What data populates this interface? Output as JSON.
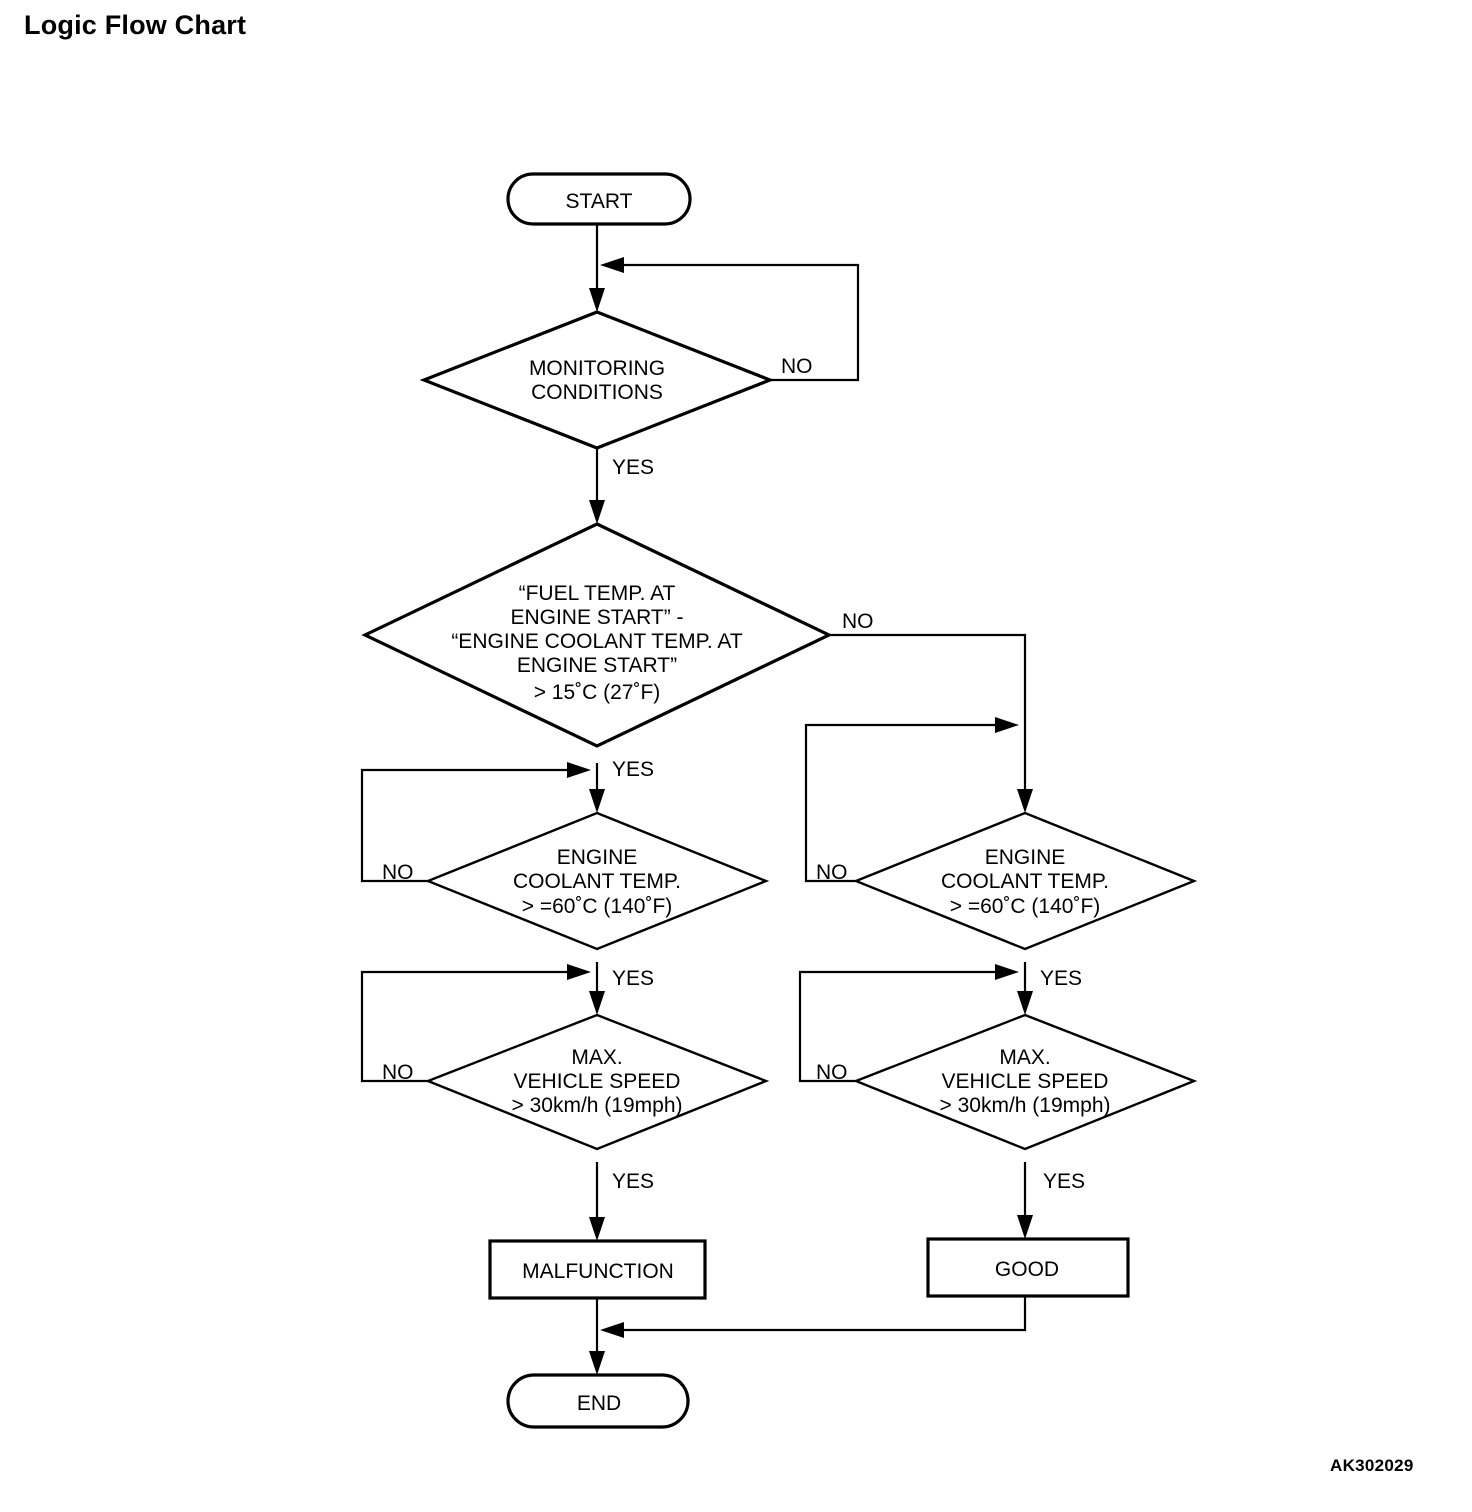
{
  "page": {
    "title": "Logic Flow Chart",
    "reference_code": "AK302029"
  },
  "chart_data": {
    "type": "diagram",
    "diagram_type": "flowchart",
    "title": "Logic Flow Chart",
    "orientation": "top-to-bottom",
    "nodes": [
      {
        "id": "start",
        "shape": "terminator",
        "text": "START"
      },
      {
        "id": "monitoring",
        "shape": "decision",
        "text": "MONITORING\nCONDITIONS",
        "lines": [
          "MONITORING",
          "CONDITIONS"
        ]
      },
      {
        "id": "fuel_temp",
        "shape": "decision",
        "text": "“FUEL TEMP. AT ENGINE START” - “ENGINE COOLANT TEMP. AT ENGINE START” > 15˚C (27˚F)",
        "lines": [
          "“FUEL TEMP. AT",
          "ENGINE START” -",
          "“ENGINE COOLANT TEMP. AT",
          "ENGINE START”",
          "> 15˚C (27˚F)"
        ]
      },
      {
        "id": "coolant_left",
        "shape": "decision",
        "text": "ENGINE COOLANT TEMP. > =60˚C (140˚F)",
        "lines": [
          "ENGINE",
          "COOLANT TEMP.",
          "> =60˚C (140˚F)"
        ]
      },
      {
        "id": "coolant_right",
        "shape": "decision",
        "text": "ENGINE COOLANT TEMP. > =60˚C (140˚F)",
        "lines": [
          "ENGINE",
          "COOLANT TEMP.",
          "> =60˚C (140˚F)"
        ]
      },
      {
        "id": "speed_left",
        "shape": "decision",
        "text": "MAX. VEHICLE SPEED > 30km/h (19mph)",
        "lines": [
          "MAX.",
          "VEHICLE SPEED",
          "> 30km/h (19mph)"
        ]
      },
      {
        "id": "speed_right",
        "shape": "decision",
        "text": "MAX. VEHICLE SPEED > 30km/h (19mph)",
        "lines": [
          "MAX.",
          "VEHICLE SPEED",
          "> 30km/h (19mph)"
        ]
      },
      {
        "id": "malfunction",
        "shape": "process",
        "text": "MALFUNCTION"
      },
      {
        "id": "good",
        "shape": "process",
        "text": "GOOD"
      },
      {
        "id": "end",
        "shape": "terminator",
        "text": "END"
      }
    ],
    "edges": [
      {
        "from": "start",
        "to": "monitoring",
        "label": ""
      },
      {
        "from": "monitoring",
        "to": "monitoring",
        "label": "NO"
      },
      {
        "from": "monitoring",
        "to": "fuel_temp",
        "label": "YES"
      },
      {
        "from": "fuel_temp",
        "to": "coolant_right",
        "label": "NO"
      },
      {
        "from": "fuel_temp",
        "to": "coolant_left",
        "label": "YES"
      },
      {
        "from": "coolant_left",
        "to": "coolant_left",
        "label": "NO"
      },
      {
        "from": "coolant_left",
        "to": "speed_left",
        "label": "YES"
      },
      {
        "from": "speed_left",
        "to": "speed_left",
        "label": "NO"
      },
      {
        "from": "speed_left",
        "to": "malfunction",
        "label": "YES"
      },
      {
        "from": "coolant_right",
        "to": "coolant_right",
        "label": "NO"
      },
      {
        "from": "coolant_right",
        "to": "speed_right",
        "label": "YES"
      },
      {
        "from": "speed_right",
        "to": "speed_right",
        "label": "NO"
      },
      {
        "from": "speed_right",
        "to": "good",
        "label": "YES"
      },
      {
        "from": "malfunction",
        "to": "end",
        "label": ""
      },
      {
        "from": "good",
        "to": "end",
        "label": ""
      }
    ]
  },
  "nodes": {
    "start": {
      "label": "START"
    },
    "end": {
      "label": "END"
    },
    "monitoring": {
      "line1": "MONITORING",
      "line2": "CONDITIONS"
    },
    "fuel_temp": {
      "line1": "“FUEL TEMP. AT",
      "line2": "ENGINE START” -",
      "line3": "“ENGINE COOLANT TEMP. AT",
      "line4": "ENGINE START”",
      "line5": "> 15˚C (27˚F)"
    },
    "coolant_left": {
      "line1": "ENGINE",
      "line2": "COOLANT TEMP.",
      "line3": "> =60˚C (140˚F)"
    },
    "coolant_right": {
      "line1": "ENGINE",
      "line2": "COOLANT TEMP.",
      "line3": "> =60˚C (140˚F)"
    },
    "speed_left": {
      "line1": "MAX.",
      "line2": "VEHICLE SPEED",
      "line3": "> 30km/h (19mph)"
    },
    "speed_right": {
      "line1": "MAX.",
      "line2": "VEHICLE SPEED",
      "line3": "> 30km/h (19mph)"
    },
    "malfunction": {
      "label": "MALFUNCTION"
    },
    "good": {
      "label": "GOOD"
    }
  },
  "branch_labels": {
    "monitoring_no": "NO",
    "monitoring_yes": "YES",
    "fuel_temp_no": "NO",
    "fuel_temp_yes": "YES",
    "coolant_left_no": "NO",
    "coolant_left_yes": "YES",
    "coolant_right_no": "NO",
    "coolant_right_yes": "YES",
    "speed_left_no": "NO",
    "speed_left_yes": "YES",
    "speed_right_no": "NO",
    "speed_right_yes": "YES"
  },
  "colors": {
    "stroke": "#000000",
    "fill": "#ffffff",
    "text": "#000000"
  }
}
